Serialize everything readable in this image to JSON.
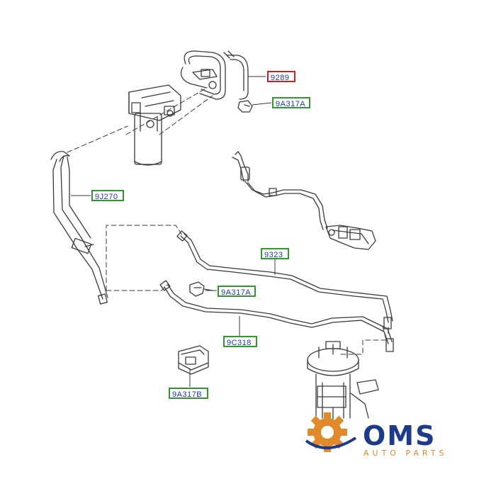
{
  "callouts": [
    {
      "id": "9289",
      "text": "9289",
      "selected": true
    },
    {
      "id": "9A317A_top",
      "text": "9A317A",
      "selected": false
    },
    {
      "id": "9J270",
      "text": "9J270",
      "selected": false
    },
    {
      "id": "9323",
      "text": "9323",
      "selected": false
    },
    {
      "id": "9A317A_mid",
      "text": "9A317A",
      "selected": false
    },
    {
      "id": "9C318",
      "text": "9C318",
      "selected": false
    },
    {
      "id": "9A317B",
      "text": "9A317B",
      "selected": false
    }
  ],
  "colors": {
    "callout_text": "#1a3aa8",
    "callout_border": "#2e9a2e",
    "selected_border": "#cc1f1f",
    "line_art": "#3a3a3a",
    "logo_blue": "#1e3a8a",
    "logo_orange": "#e08a2c"
  },
  "watermark": {
    "name": "OMS",
    "tagline": "AUTO PARTS",
    "icon": "gear-icon"
  }
}
